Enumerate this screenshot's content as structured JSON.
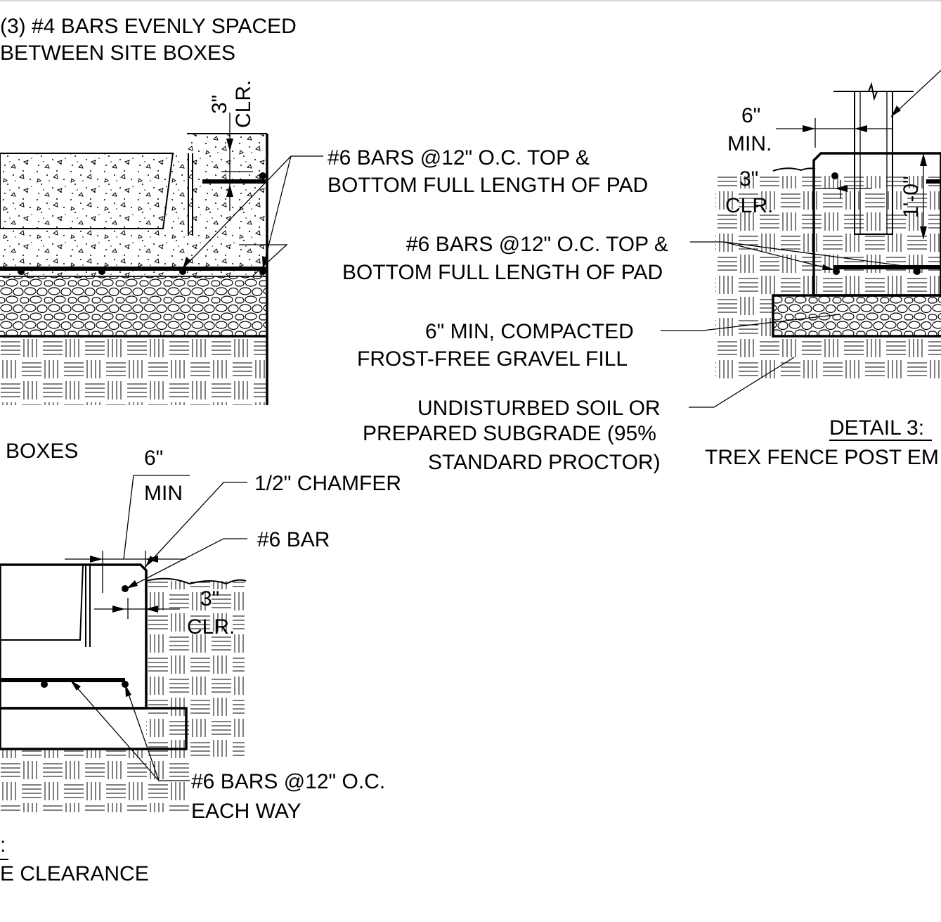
{
  "colors": {
    "ink": "#000000",
    "paper": "#ffffff",
    "frame_rule": "#d7d7d7"
  },
  "detail_left_top": {
    "callout_evenly_spaced_line1": "(3) #4 BARS EVENLY SPACED",
    "callout_evenly_spaced_line2": "BETWEEN SITE BOXES",
    "clear_dim_value": "3\"",
    "clear_dim_label": "CLR.",
    "callout_pad_bars_line1": "#6 BARS @12\" O.C. TOP &",
    "callout_pad_bars_line2": "BOTTOM FULL LENGTH OF PAD"
  },
  "detail_left_bottom": {
    "title_fragment": "BOXES",
    "min_dim_value": "6\"",
    "min_dim_label": "MIN",
    "callout_chamfer": "1/2\" CHAMFER",
    "callout_bar": "#6 BAR",
    "clear_dim_value": "3\"",
    "clear_dim_label": "CLR.",
    "callout_each_way_line1": "#6 BARS @12\" O.C.",
    "callout_each_way_line2": "EACH WAY",
    "title_line1_fragment": ":",
    "title_line2_fragment": "E CLEARANCE"
  },
  "detail_3": {
    "min_dim_value": "6\"",
    "min_dim_label": "MIN.",
    "clear_dim_value": "3\"",
    "clear_dim_label": "CLR.",
    "depth_dim": "1'-0\"",
    "callout_pad_bars_line1": "#6 BARS @12\" O.C. TOP &",
    "callout_pad_bars_line2": "BOTTOM FULL LENGTH OF PAD",
    "callout_gravel_line1": "6\" MIN, COMPACTED",
    "callout_gravel_line2": "FROST-FREE GRAVEL FILL",
    "callout_soil_line1": "UNDISTURBED SOIL OR",
    "callout_soil_line2": "PREPARED SUBGRADE (95%",
    "callout_soil_line3": "STANDARD PROCTOR)",
    "title_line1": "DETAIL 3:",
    "title_line2": "TREX FENCE POST EM"
  }
}
